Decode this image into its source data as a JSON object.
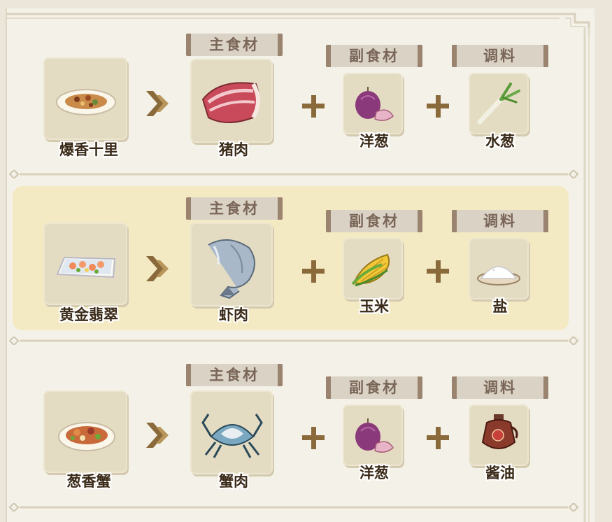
{
  "labels": {
    "main": "主食材",
    "side": "副食材",
    "seasoning": "调料"
  },
  "recipes": [
    {
      "dish": "爆香十里",
      "dish_icon": "stir-fry-plate-icon",
      "main": "猪肉",
      "main_icon": "pork-icon",
      "side": "洋葱",
      "side_icon": "onion-icon",
      "seasoning": "水葱",
      "seasoning_icon": "scallion-icon",
      "highlighted": false
    },
    {
      "dish": "黄金翡翠",
      "dish_icon": "shrimp-plate-icon",
      "main": "虾肉",
      "main_icon": "shrimp-icon",
      "side": "玉米",
      "side_icon": "corn-icon",
      "seasoning": "盐",
      "seasoning_icon": "salt-icon",
      "highlighted": true
    },
    {
      "dish": "葱香蟹",
      "dish_icon": "crab-plate-icon",
      "main": "蟹肉",
      "main_icon": "crab-icon",
      "side": "洋葱",
      "side_icon": "onion-icon",
      "seasoning": "酱油",
      "seasoning_icon": "soy-sauce-icon",
      "highlighted": false
    }
  ],
  "colors": {
    "tile": "#e4dcc2",
    "highlight": "#f3eac4",
    "tag": "#d9d2c5",
    "accent": "#8a6a3a",
    "label": "#3a2a18"
  }
}
